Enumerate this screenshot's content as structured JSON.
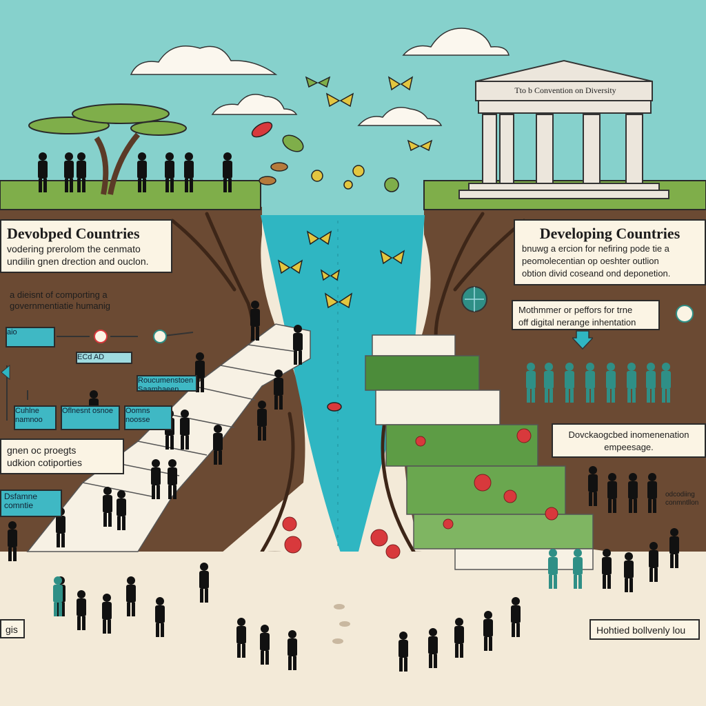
{
  "colors": {
    "sky": "#86d1cc",
    "grass": "#7fae4a",
    "earth": "#5b3a27",
    "water": "#2fb6c2",
    "teal_box": "#3fb8c4",
    "panel": "#fbf4e4",
    "ground": "#f3ead8",
    "figure": "#111111"
  },
  "temple": {
    "sign": "Tto b Convention on Diversity"
  },
  "left_panel": {
    "title": "Devobped Countries",
    "body": "vodering prerolom the cenmato\nundilin gnen drection and ouclon."
  },
  "left_sub": "a  dieisnt of comporting a\ngovernmentiatie humanig",
  "left_labels": {
    "bottom_left": "gnen oc proegts\nudkion cotiporties",
    "box_a": "Dsfamne\ncomntie",
    "edge": "gis"
  },
  "flow_boxes": {
    "b1": "aio",
    "b2": "ECd AD",
    "b3": "Roucumenstoen\nSaamhaeen",
    "b4": "Cuhlne\nnamnoo",
    "b5": "Oflnesnt\nosnoe",
    "b6": "Oomns\nnoosse"
  },
  "right_panel": {
    "title": "Developing Countries",
    "body": "bnuwg a ercion for nefiring pode tie a\npeomolecentian op oeshter outlion\nobtion divid coseand ond deponetion."
  },
  "right_sub": "Mothmmer or peffors for trne\noff digital nerange inhentation",
  "right_sub2": "Dovckaogcbed inomenenation\nempeesage.",
  "right_labels": {
    "small": "odcodiing\nconmntllon",
    "bottom": "Hohtied bollvenly lou"
  },
  "icons": [
    "butterfly-icon",
    "leaf-icon",
    "globe-icon",
    "arrow-down-icon",
    "tree-icon",
    "temple-icon",
    "person-icon"
  ]
}
